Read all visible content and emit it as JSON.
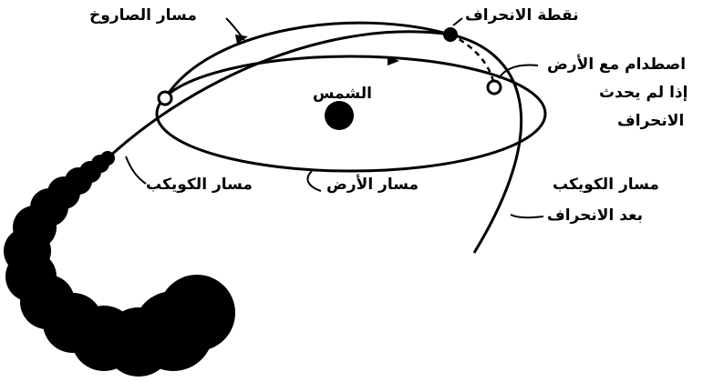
{
  "labels": {
    "rocket_path": "مسار الصاروخ",
    "deflection_point": "نقطة الانحراف",
    "collision": "اصطدام مع الأرض",
    "if_no_deflection_1": "إذا لم يحدث",
    "if_no_deflection_2": "الانحراف",
    "sun": "الشمس",
    "asteroid_path": "مسار الكويكب",
    "earth_orbit": "مسار الأرض",
    "asteroid_after_1": "مسار الكويكب",
    "asteroid_after_2": "بعد الانحراف"
  },
  "colors": {
    "ink": "#000000",
    "background": "#ffffff"
  }
}
